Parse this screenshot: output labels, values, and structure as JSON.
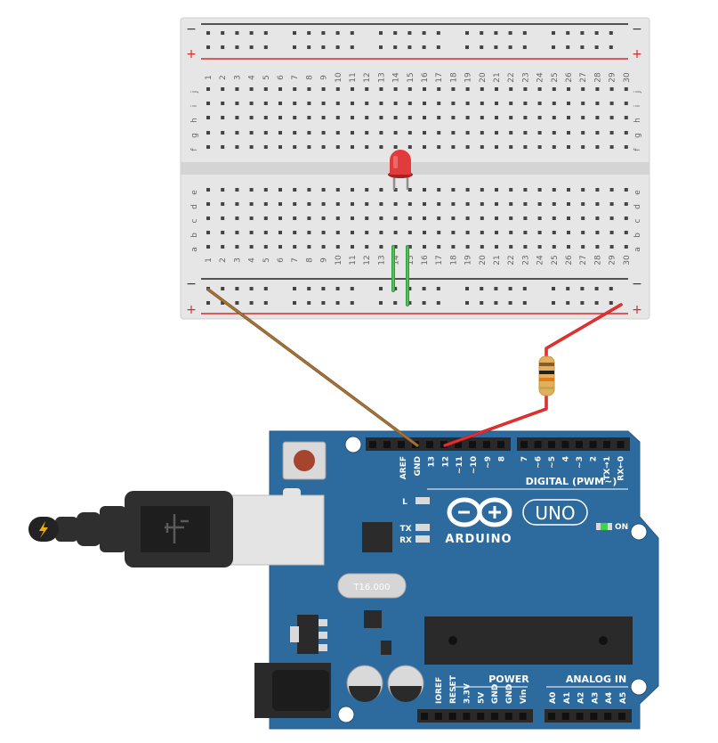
{
  "breadboard": {
    "rail_minus": "−",
    "rail_plus": "+",
    "row_letters_top": [
      "j",
      "i",
      "h",
      "g",
      "f"
    ],
    "row_letters_bottom": [
      "e",
      "d",
      "c",
      "b",
      "a"
    ],
    "column_count": 30
  },
  "arduino": {
    "brand": "ARDUINO",
    "model": "UNO",
    "on_label": "ON",
    "l_label": "L",
    "tx_label": "TX",
    "rx_label": "RX",
    "crystal_label": "T16.000",
    "digital_label": "DIGITAL (PWM~)",
    "power_label": "POWER",
    "analog_label": "ANALOG IN",
    "digital_pins_left": [
      "AREF",
      "GND",
      "13",
      "12",
      "~11",
      "~10",
      "~9",
      "8"
    ],
    "digital_pins_right": [
      "7",
      "~6",
      "~5",
      "4",
      "~3",
      "2",
      "TX→1",
      "RX←0"
    ],
    "power_pins": [
      "IOREF",
      "RESET",
      "3.3V",
      "5V",
      "GND",
      "GND",
      "Vin"
    ],
    "analog_pins": [
      "A0",
      "A1",
      "A2",
      "A3",
      "A4",
      "A5"
    ]
  },
  "colors": {
    "board": "#2d6b9f",
    "breadboard": "#e6e6e6",
    "wire_brown": "#9a6a34",
    "wire_red": "#e02a2a",
    "wire_green": "#3fb04a",
    "led": "#e23b3b",
    "rail_red": "#d62a2a"
  }
}
